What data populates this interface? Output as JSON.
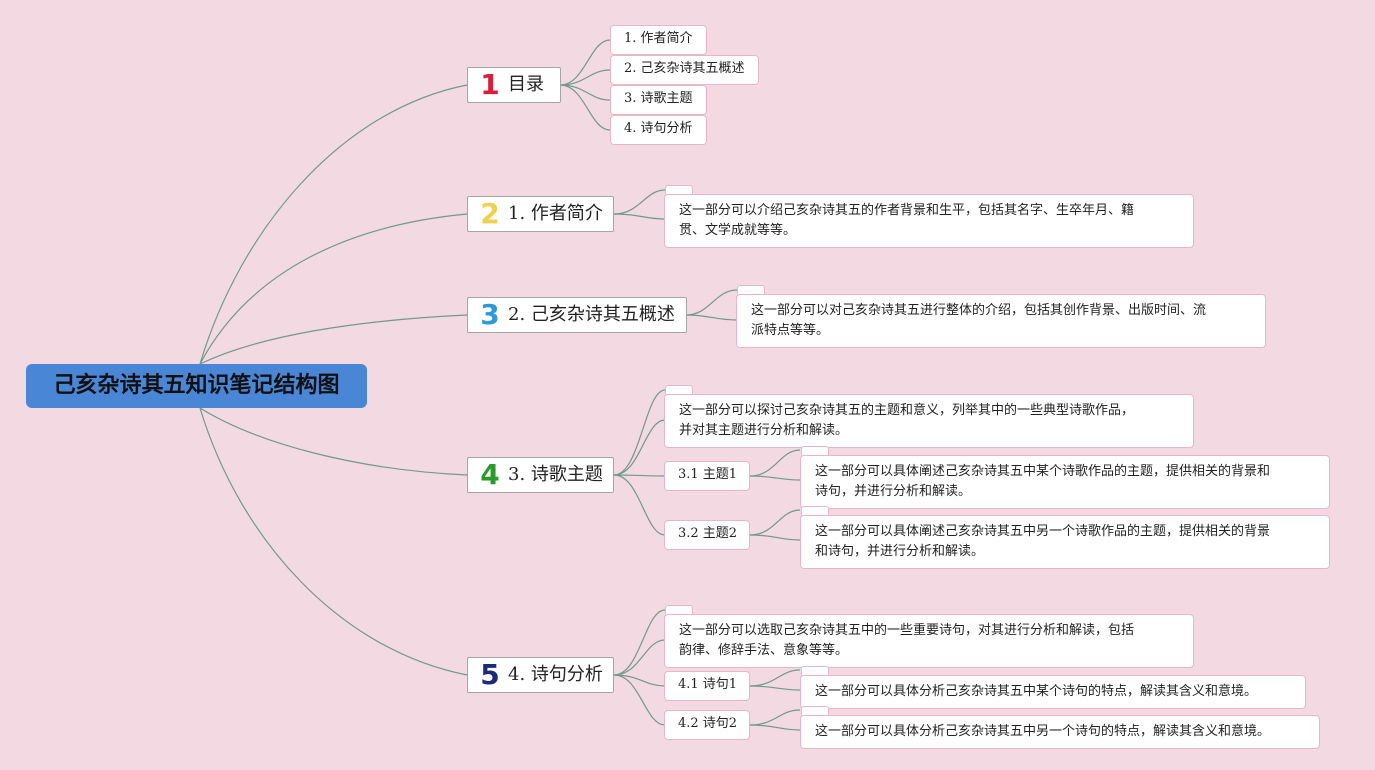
{
  "title": "己亥杂诗其五知识笔记结构图",
  "colors": {
    "background": "#f3d9e1",
    "root": "#4a86d6",
    "line": "#6f9a8c",
    "num1": "#d6203b",
    "num2": "#f0d050",
    "num3": "#2f9ad6",
    "num4": "#2a9a2a",
    "num5": "#1c2a7a"
  },
  "branches": [
    {
      "num": "1",
      "label": "目录",
      "items": [
        "1. 作者简介",
        "2. 己亥杂诗其五概述",
        "3. 诗歌主题",
        "4. 诗句分析"
      ]
    },
    {
      "num": "2",
      "label": "1. 作者简介",
      "desc": [
        "这一部分可以介绍己亥杂诗其五的作者背景和生平，包括其名字、生卒年月、籍",
        "贯、文学成就等等。"
      ]
    },
    {
      "num": "3",
      "label": "2. 己亥杂诗其五概述",
      "desc": [
        "这一部分可以对己亥杂诗其五进行整体的介绍，包括其创作背景、出版时间、流",
        "派特点等等。"
      ]
    },
    {
      "num": "4",
      "label": "3. 诗歌主题",
      "desc": [
        "这一部分可以探讨己亥杂诗其五的主题和意义，列举其中的一些典型诗歌作品，",
        "并对其主题进行分析和解读。"
      ],
      "subs": [
        {
          "label": "3.1 主题1",
          "desc": [
            "这一部分可以具体阐述己亥杂诗其五中某个诗歌作品的主题，提供相关的背景和",
            "诗句，并进行分析和解读。"
          ]
        },
        {
          "label": "3.2 主题2",
          "desc": [
            "这一部分可以具体阐述己亥杂诗其五中另一个诗歌作品的主题，提供相关的背景",
            "和诗句，并进行分析和解读。"
          ]
        }
      ]
    },
    {
      "num": "5",
      "label": "4. 诗句分析",
      "desc": [
        "这一部分可以选取己亥杂诗其五中的一些重要诗句，对其进行分析和解读，包括",
        "韵律、修辞手法、意象等等。"
      ],
      "subs": [
        {
          "label": "4.1 诗句1",
          "desc": [
            "这一部分可以具体分析己亥杂诗其五中某个诗句的特点，解读其含义和意境。"
          ]
        },
        {
          "label": "4.2 诗句2",
          "desc": [
            "这一部分可以具体分析己亥杂诗其五中另一个诗句的特点，解读其含义和意境。"
          ]
        }
      ]
    }
  ]
}
